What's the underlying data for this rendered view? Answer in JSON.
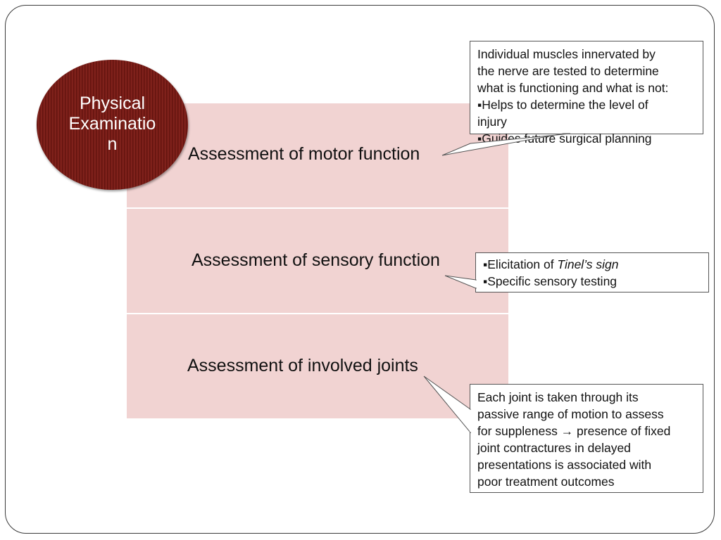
{
  "circle": {
    "label_line1": "Physical",
    "label_line2": "Examinatio",
    "label_line3": "n"
  },
  "rows": [
    {
      "label": "Assessment of motor function"
    },
    {
      "label": "Assessment of sensory function"
    },
    {
      "label": "Assessment of involved joints"
    }
  ],
  "callouts": {
    "motor": {
      "lines": [
        "Individual muscles innervated by",
        "the nerve are tested to determine",
        "what is functioning and what is not:",
        "▪Helps to determine the level of",
        "injury",
        "▪Guides future surgical planning"
      ]
    },
    "sensory": {
      "line1_prefix": "▪Elicitation of ",
      "line1_italic": "Tinel’s sign",
      "line2": "▪Specific sensory testing"
    },
    "joints": {
      "lines": [
        "Each joint is taken through its",
        "passive range of motion to assess",
        "for suppleness → presence of fixed",
        "joint contractures in delayed",
        "presentations is associated with",
        "poor treatment outcomes"
      ]
    }
  },
  "colors": {
    "row_fill": "#f1d3d2",
    "circle_fill": "#7a1812",
    "border": "#555555"
  }
}
